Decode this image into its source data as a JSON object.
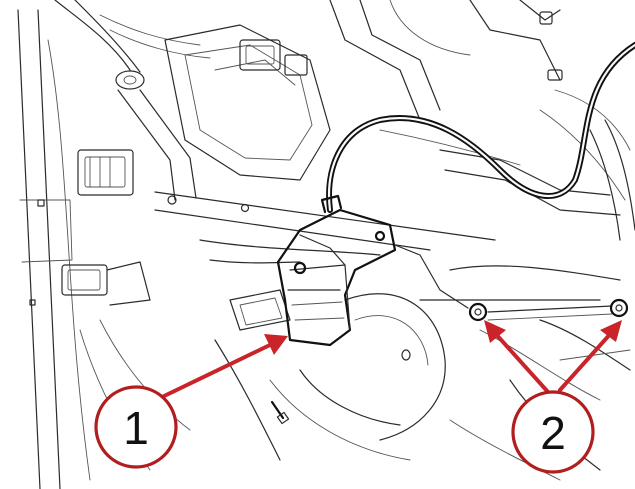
{
  "callouts": {
    "one": {
      "label": "1",
      "target": "actuator"
    },
    "two": {
      "label": "2",
      "target": "fasteners"
    }
  },
  "colors": {
    "callout_stroke": "#b21d1d",
    "arrow": "#c8242a",
    "line_art": "#2b2b2b"
  }
}
